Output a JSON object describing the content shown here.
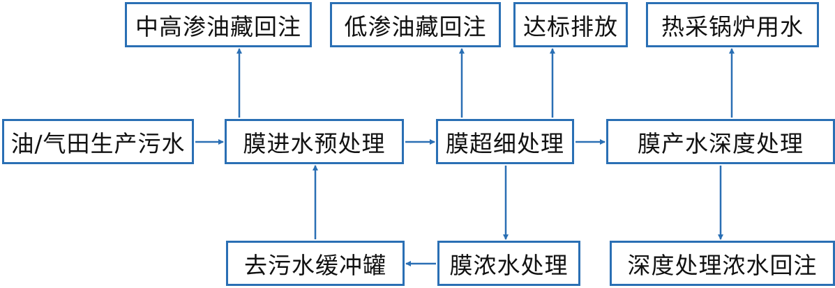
{
  "colors": {
    "border": "#2a6fb4",
    "arrow": "#2a6fb4",
    "text": "#111111",
    "background": "#ffffff"
  },
  "nodes": {
    "oilfield_wastewater": "油/气田生产污水",
    "membrane_pretreatment": "膜进水预处理",
    "membrane_ultrafine": "膜超细处理",
    "membrane_deep": "膜产水深度处理",
    "mid_high_perm_reinjection": "中高渗油藏回注",
    "low_perm_reinjection": "低渗油藏回注",
    "discharge": "达标排放",
    "boiler_water": "热采锅炉用水",
    "buffer_tank": "去污水缓冲罐",
    "concentrate_treatment": "膜浓水处理",
    "deep_concentrate_reinjection": "深度处理浓水回注"
  }
}
